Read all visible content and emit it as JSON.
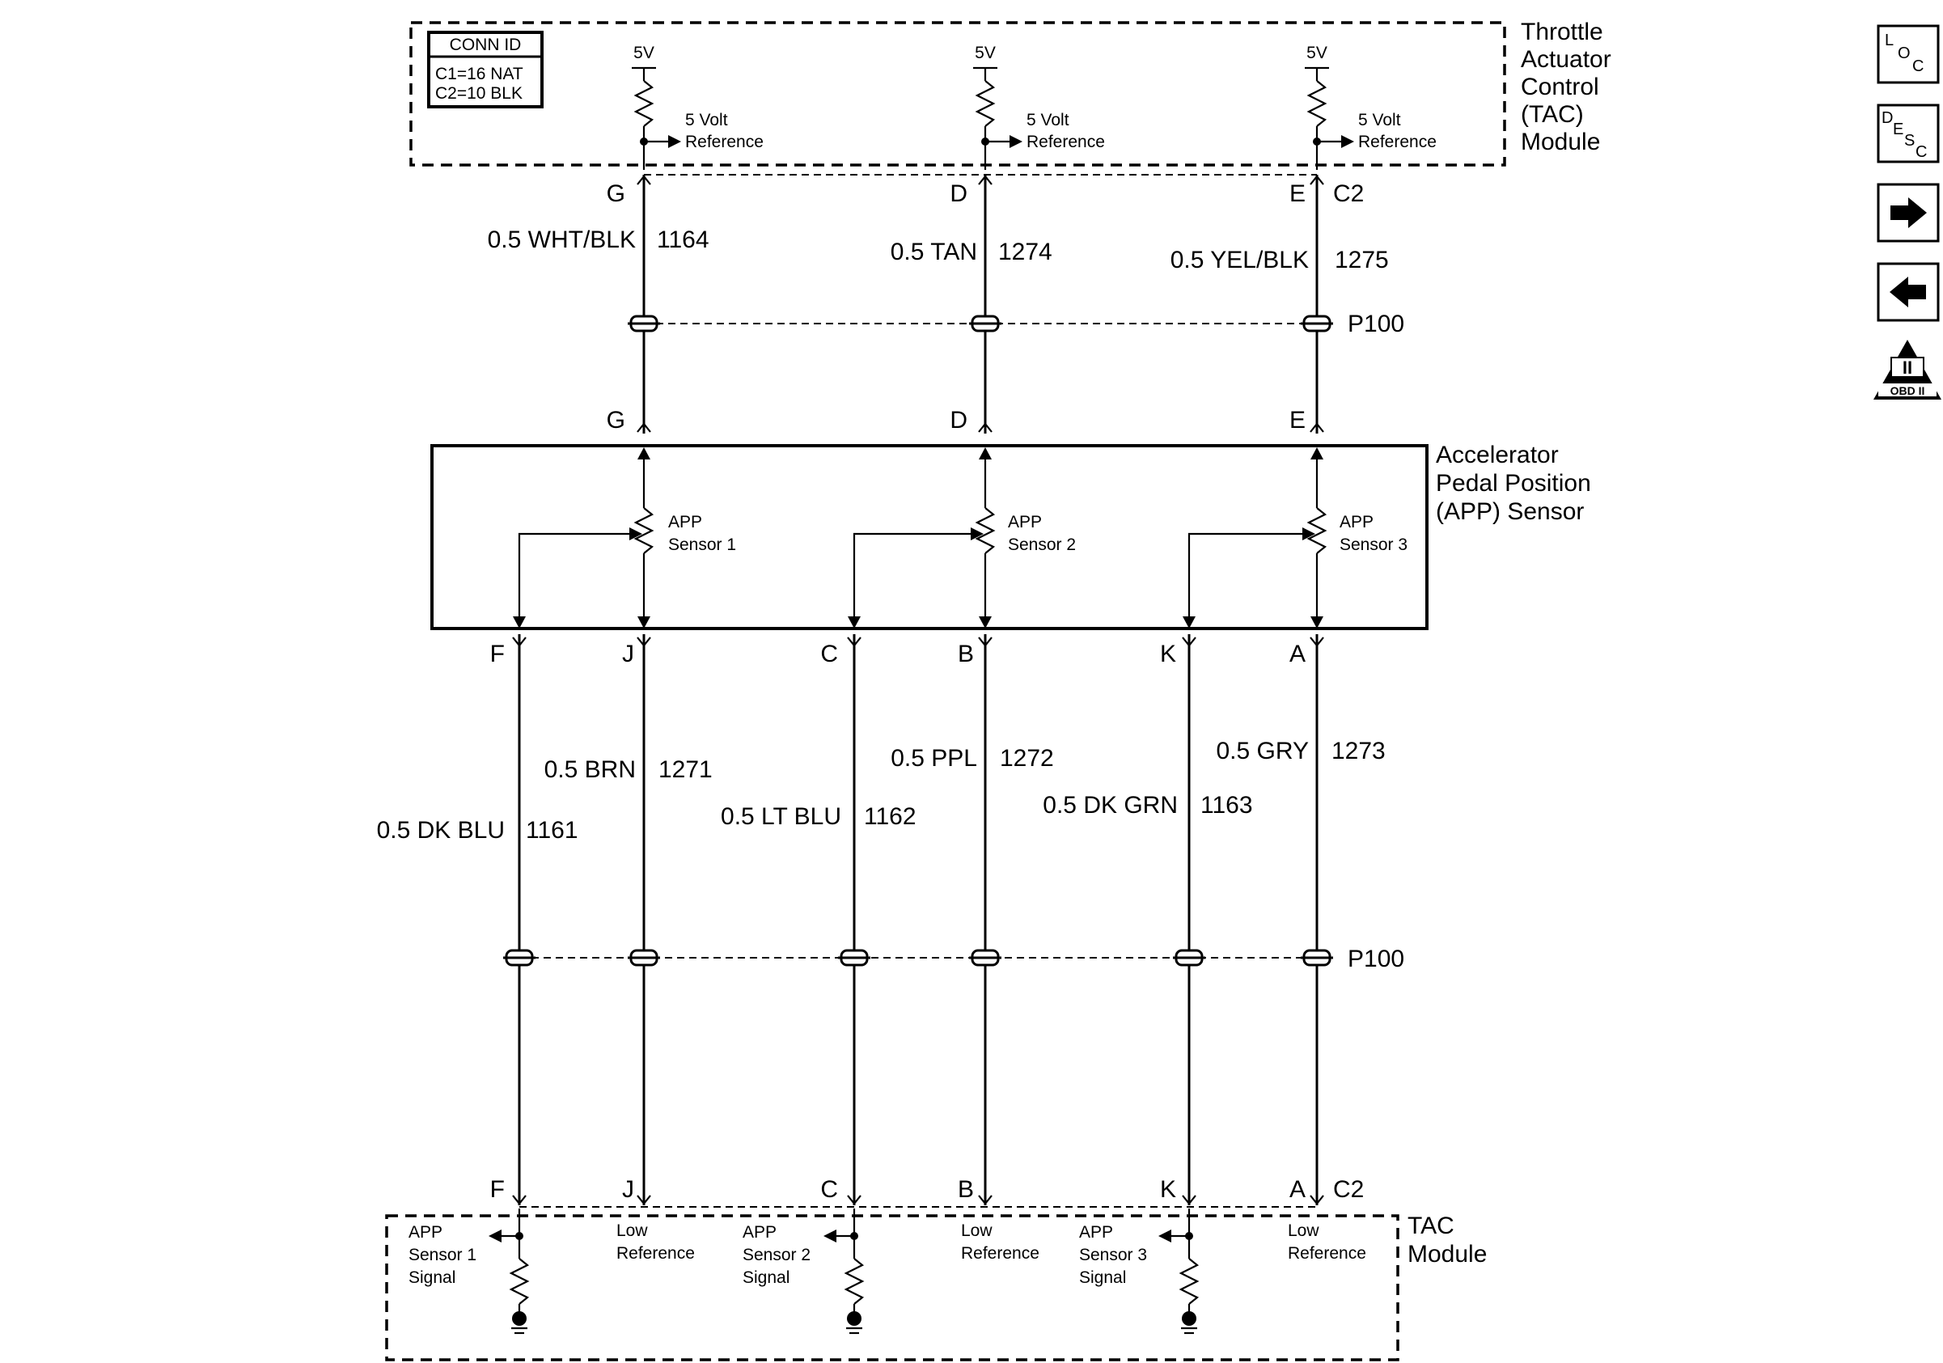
{
  "tac_top": {
    "title_lines": [
      "Throttle",
      "Actuator",
      "Control",
      "(TAC)",
      "Module"
    ],
    "conn_id": {
      "header": "CONN ID",
      "c1": "C1=16 NAT",
      "c2": "C2=10 BLK"
    },
    "supply_label": "5V",
    "ref_label_1": "5 Volt",
    "ref_label_2": "Reference",
    "connector_label": "C2"
  },
  "top_circuits": [
    {
      "pin": "G",
      "wire": "0.5 WHT/BLK",
      "circuit": "1164"
    },
    {
      "pin": "D",
      "wire": "0.5 TAN",
      "circuit": "1274"
    },
    {
      "pin": "E",
      "wire": "0.5 YEL/BLK",
      "circuit": "1275"
    }
  ],
  "splice_label": "P100",
  "app_sensor": {
    "title_lines": [
      "Accelerator",
      "Pedal Position",
      "(APP) Sensor"
    ],
    "top_pins": [
      "G",
      "D",
      "E"
    ],
    "sensors": [
      {
        "line1": "APP",
        "line2": "Sensor 1"
      },
      {
        "line1": "APP",
        "line2": "Sensor 2"
      },
      {
        "line1": "APP",
        "line2": "Sensor 3"
      }
    ]
  },
  "bottom_circuits": [
    {
      "pin": "F",
      "wire": "0.5 DK BLU",
      "circuit": "1161"
    },
    {
      "pin": "J",
      "wire": "0.5 BRN",
      "circuit": "1271"
    },
    {
      "pin": "C",
      "wire": "0.5 LT BLU",
      "circuit": "1162"
    },
    {
      "pin": "B",
      "wire": "0.5 PPL",
      "circuit": "1272"
    },
    {
      "pin": "K",
      "wire": "0.5 DK GRN",
      "circuit": "1163"
    },
    {
      "pin": "A",
      "wire": "0.5 GRY",
      "circuit": "1273"
    }
  ],
  "tac_bottom": {
    "title_lines": [
      "TAC",
      "Module"
    ],
    "connector_label": "C2",
    "signals": [
      {
        "lines": [
          "APP",
          "Sensor 1",
          "Signal"
        ]
      },
      {
        "lines": [
          "APP",
          "Sensor 2",
          "Signal"
        ]
      },
      {
        "lines": [
          "APP",
          "Sensor 3",
          "Signal"
        ]
      }
    ],
    "low_refs": [
      {
        "lines": [
          "Low",
          "Reference"
        ]
      },
      {
        "lines": [
          "Low",
          "Reference"
        ]
      },
      {
        "lines": [
          "Low",
          "Reference"
        ]
      }
    ]
  },
  "nav": {
    "loc": {
      "l": "L",
      "o": "O",
      "c": "C"
    },
    "desc": {
      "d": "D",
      "e": "E",
      "s": "S",
      "c": "C"
    },
    "obd": {
      "numeral": "II",
      "label": "OBD II"
    }
  }
}
